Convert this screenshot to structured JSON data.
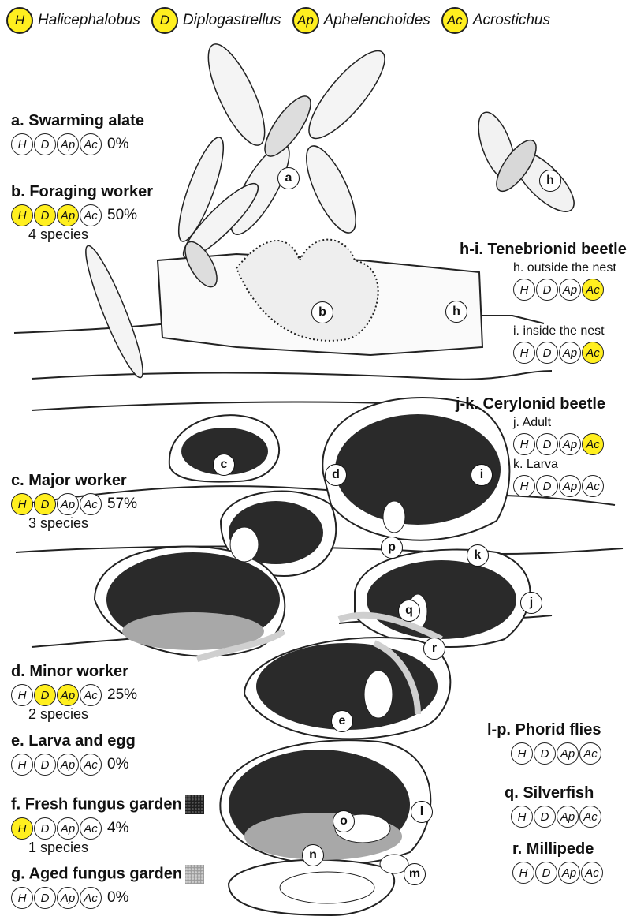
{
  "legend": [
    {
      "abbr": "H",
      "name": "Halicephalobus"
    },
    {
      "abbr": "D",
      "name": "Diplogastrellus"
    },
    {
      "abbr": "Ap",
      "name": "Aphelenchoides"
    },
    {
      "abbr": "Ac",
      "name": "Acrostichus"
    }
  ],
  "colors": {
    "positive": "#ffef1f",
    "fresh_garden": "#262626",
    "aged_garden": "#a8a8a8"
  },
  "badge_abbrs": [
    "H",
    "D",
    "Ap",
    "Ac"
  ],
  "entries": {
    "a": {
      "title": "a. Swarming alate",
      "positive": [
        false,
        false,
        false,
        false
      ],
      "percent": "0%"
    },
    "b": {
      "title": "b. Foraging worker",
      "positive": [
        true,
        true,
        true,
        false
      ],
      "percent": "50%",
      "species": "4 species"
    },
    "c": {
      "title": "c. Major worker",
      "positive": [
        true,
        true,
        false,
        false
      ],
      "percent": "57%",
      "species": "3 species"
    },
    "d": {
      "title": "d. Minor worker",
      "positive": [
        false,
        true,
        true,
        false
      ],
      "percent": "25%",
      "species": "2 species"
    },
    "e": {
      "title": "e. Larva and egg",
      "positive": [
        false,
        false,
        false,
        false
      ],
      "percent": "0%"
    },
    "f": {
      "title": "f. Fresh fungus garden",
      "positive": [
        true,
        false,
        false,
        false
      ],
      "percent": "4%",
      "species": "1 species"
    },
    "g": {
      "title": "g. Aged fungus garden",
      "positive": [
        false,
        false,
        false,
        false
      ],
      "percent": "0%"
    },
    "hi": {
      "title": "h-i. Tenebrionid beetle",
      "h": {
        "label": "h. outside the nest",
        "positive": [
          false,
          false,
          false,
          true
        ]
      },
      "i": {
        "label": "i. inside the nest",
        "positive": [
          false,
          false,
          false,
          true
        ]
      }
    },
    "jk": {
      "title": "j-k. Cerylonid beetle",
      "j": {
        "label": "j. Adult",
        "positive": [
          false,
          false,
          false,
          true
        ]
      },
      "k": {
        "label": "k. Larva",
        "positive": [
          false,
          false,
          false,
          false
        ]
      }
    },
    "lp": {
      "title": "l-p. Phorid flies",
      "positive": [
        false,
        false,
        false,
        false
      ]
    },
    "q": {
      "title": "q. Silverfish",
      "positive": [
        false,
        false,
        false,
        false
      ]
    },
    "r": {
      "title": "r. Millipede",
      "positive": [
        false,
        false,
        false,
        false
      ]
    }
  },
  "markers": [
    "a",
    "h",
    "h",
    "b",
    "c",
    "d",
    "i",
    "p",
    "k",
    "q",
    "j",
    "r",
    "e",
    "l",
    "o",
    "n",
    "m"
  ]
}
